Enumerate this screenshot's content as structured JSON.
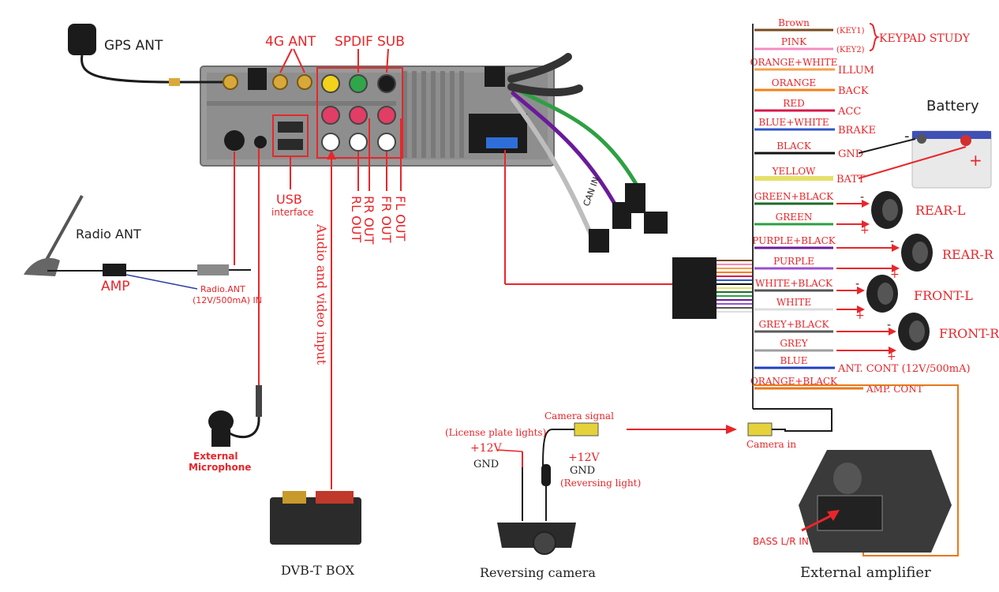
{
  "colors": {
    "accent_red": "#e8262a",
    "unit_gray": "#8c8c8c",
    "dark": "#222222"
  },
  "head_unit": {
    "gps_ant": "GPS ANT",
    "ant_4g": "4G ANT",
    "spdif": "SPDIF",
    "sub": "SUB",
    "usb": "USB",
    "usb_sub": "interface",
    "rl_out": "RL OUT",
    "rr_out": "RR OUT",
    "fr_out": "FR OUT",
    "fl_out": "FL OUT",
    "av_input": "Audio and video input",
    "can_in": "CAN IN"
  },
  "radio": {
    "label": "Radio ANT",
    "amp": "AMP",
    "radio_ant_in_1": "Radio.ANT",
    "radio_ant_in_2": "(12V/500mA) IN"
  },
  "microphone": {
    "line1": "External",
    "line2": "Microphone"
  },
  "dvb": {
    "caption": "DVB-T BOX"
  },
  "wires": [
    {
      "color_name": "Brown",
      "hex": "#7a4a1e",
      "tag": "(KEY1)"
    },
    {
      "color_name": "PINK",
      "hex": "#f28cc0",
      "tag": "(KEY2)"
    },
    {
      "color_name": "ORANGE+WHITE",
      "hex": "#f6a04a",
      "tag": "ILLUM"
    },
    {
      "color_name": "ORANGE",
      "hex": "#f57f17",
      "tag": "BACK"
    },
    {
      "color_name": "RED",
      "hex": "#d9194a",
      "tag": "ACC"
    },
    {
      "color_name": "BLUE+WHITE",
      "hex": "#2e55c9",
      "tag": "BRAKE"
    },
    {
      "color_name": "BLACK",
      "hex": "#111111",
      "tag": "GND"
    },
    {
      "color_name": "YELLOW",
      "hex": "#e5e06a",
      "tag": "BATT"
    },
    {
      "color_name": "GREEN+BLACK",
      "hex": "#1d6b2a",
      "tag": ""
    },
    {
      "color_name": "GREEN",
      "hex": "#2ea043",
      "tag": ""
    },
    {
      "color_name": "PURPLE+BLACK",
      "hex": "#6a1b9a",
      "tag": ""
    },
    {
      "color_name": "PURPLE",
      "hex": "#9b4fd1",
      "tag": ""
    },
    {
      "color_name": "WHITE+BLACK",
      "hex": "#555555",
      "tag": ""
    },
    {
      "color_name": "WHITE",
      "hex": "#dddddd",
      "tag": ""
    },
    {
      "color_name": "GREY+BLACK",
      "hex": "#5a5a5a",
      "tag": ""
    },
    {
      "color_name": "GREY",
      "hex": "#9e9e9e",
      "tag": ""
    },
    {
      "color_name": "BLUE",
      "hex": "#1f3fbf",
      "tag": "ANT. CONT (12V/500mA)"
    },
    {
      "color_name": "ORANGE+BLACK",
      "hex": "#e8771a",
      "tag": "AMP. CONT"
    }
  ],
  "keypad_study": "KEYPAD STUDY",
  "battery": {
    "title": "Battery",
    "minus": "-",
    "plus": "+"
  },
  "speakers": [
    "REAR-L",
    "REAR-R",
    "FRONT-L",
    "FRONT-R"
  ],
  "speaker_signs": {
    "minus": "-",
    "plus": "+"
  },
  "camera": {
    "signal": "Camera signal",
    "camera_in": "Camera in",
    "license_lights": "(License plate lights)",
    "plus12v_a": "+12V",
    "gnd_a": "GND",
    "plus12v_b": "+12V",
    "gnd_b": "GND",
    "reversing_light": "(Reversing light)",
    "caption": "Reversing camera"
  },
  "amplifier": {
    "bass": "BASS L/R IN",
    "caption": "External amplifier"
  }
}
